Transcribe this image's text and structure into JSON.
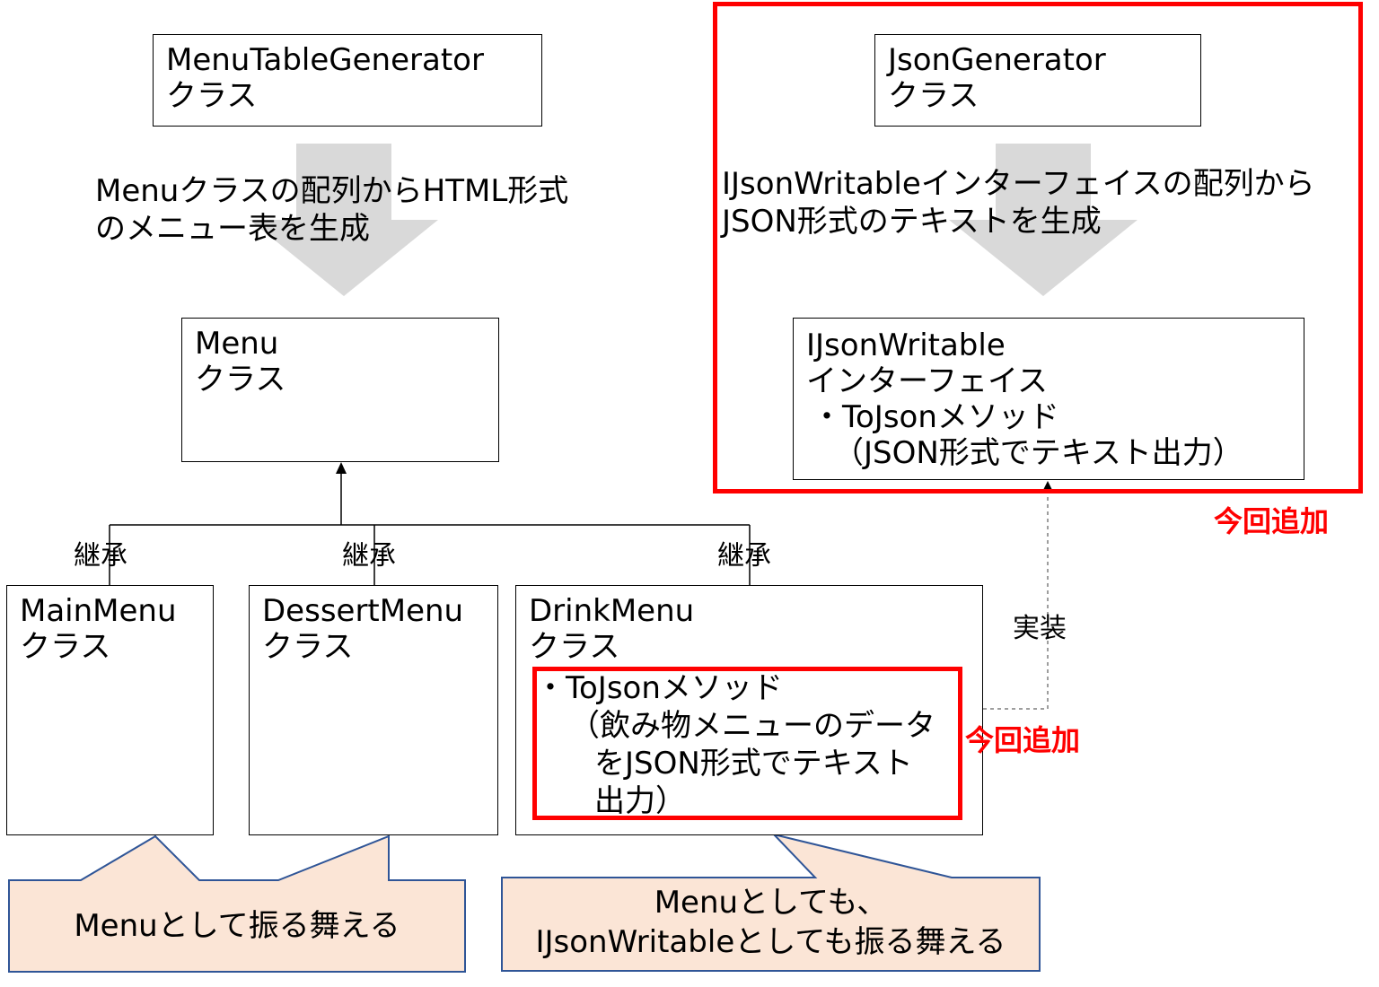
{
  "colors": {
    "highlight": "#ff0000",
    "callout_fill": "#fbe5d6",
    "callout_border": "#2f5597",
    "arrow_gray": "#d9d9d9"
  },
  "boxes": {
    "menu_table_generator": {
      "name": "MenuTableGenerator",
      "kind": "クラス"
    },
    "json_generator": {
      "name": "JsonGenerator",
      "kind": "クラス"
    },
    "menu": {
      "name": "Menu",
      "kind": "クラス"
    },
    "ijson_writable": {
      "name": "IJsonWritable",
      "kind": "インターフェイス",
      "method": "・ToJsonメソッド",
      "method_desc": "（JSON形式でテキスト出力）"
    },
    "main_menu": {
      "name": "MainMenu",
      "kind": "クラス"
    },
    "dessert_menu": {
      "name": "DessertMenu",
      "kind": "クラス"
    },
    "drink_menu": {
      "name": "DrinkMenu",
      "kind": "クラス",
      "method": "・ToJsonメソッド",
      "method_desc_1": "（飲み物メニューのデータ",
      "method_desc_2": "をJSON形式でテキスト",
      "method_desc_3": "出力）"
    }
  },
  "flows": {
    "menu_generator_line1": "Menuクラスの配列からHTML形式",
    "menu_generator_line2": "のメニュー表を生成",
    "json_generator_line1": "IJsonWritableインターフェイスの配列から",
    "json_generator_line2": "JSON形式のテキストを生成"
  },
  "relations": {
    "inherit_1": "継承",
    "inherit_2": "継承",
    "inherit_3": "継承",
    "implements": "実装"
  },
  "tags": {
    "added_this_time_1": "今回追加",
    "added_this_time_2": "今回追加"
  },
  "callouts": {
    "menu_behavior": "Menuとして振る舞える",
    "drink_behavior_1": "Menuとしても、",
    "drink_behavior_2": "IJsonWritableとしても振る舞える"
  }
}
